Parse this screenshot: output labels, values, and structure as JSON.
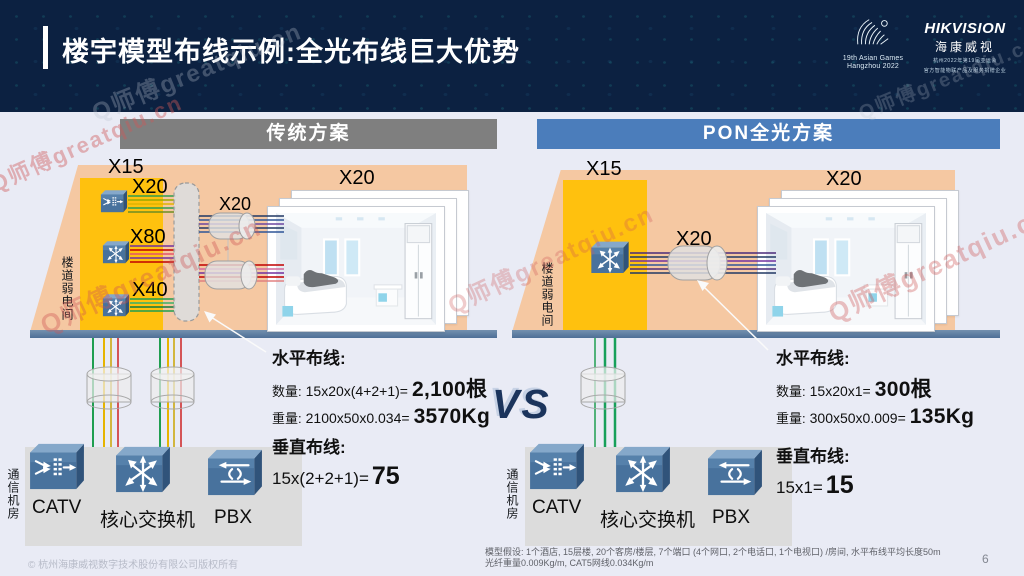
{
  "header": {
    "title": "楼宇模型布线示例:全光布线巨大优势",
    "asian_games": {
      "line1": "19th Asian Games",
      "line2": "Hangzhou 2022"
    },
    "hikvision": {
      "logo": "HIKVISION",
      "cn": "海康威视",
      "tagline1": "杭州2022年第19届亚运会",
      "tagline2": "官方智能物联产品及服务捐赠企业"
    }
  },
  "colors": {
    "header_bg": "#0c2141",
    "traditional_header": "#7f7f7f",
    "pon_header": "#4b7dbb",
    "room_yellow": "#ffc10e",
    "floor_peach": "#f5c8a2",
    "device_blue": "#48729d"
  },
  "panels": [
    {
      "header": "传统方案",
      "corridor_label": "楼道弱电间",
      "machine_room_label": "通信机房",
      "labels": {
        "x15": "X15",
        "x20_top": "X20",
        "x80": "X80",
        "x40": "X40",
        "x20_mid": "X20",
        "x20_room": "X20"
      },
      "stats": {
        "h_title": "水平布线:",
        "qty_label": "数量:",
        "qty_formula": "15x20x(4+2+1)=",
        "qty_value": "2,100根",
        "wt_label": "重量:",
        "wt_formula": "2100x50x0.034=",
        "wt_value": "3570Kg",
        "v_title": "垂直布线:",
        "v_formula": "15x(2+2+1)=",
        "v_value": "75"
      },
      "devices": [
        "CATV",
        "核心交换机",
        "PBX"
      ]
    },
    {
      "header": "PON全光方案",
      "corridor_label": "楼道弱电间",
      "machine_room_label": "通信机房",
      "labels": {
        "x15": "X15",
        "x20_mid": "X20",
        "x20_room": "X20"
      },
      "stats": {
        "h_title": "水平布线:",
        "qty_label": "数量:",
        "qty_formula": "15x20x1=",
        "qty_value": "300根",
        "wt_label": "重量:",
        "wt_formula": "300x50x0.009=",
        "wt_value": "135Kg",
        "v_title": "垂直布线:",
        "v_formula": "15x1=",
        "v_value": "15"
      },
      "devices": [
        "CATV",
        "核心交换机",
        "PBX"
      ]
    }
  ],
  "vs": "VS",
  "footer": {
    "copyright": "© 杭州海康威视数字技术股份有限公司版权所有",
    "note_line1": "模型假设: 1个酒店, 15层楼, 20个客房/楼层, 7个端口 (4个网口, 2个电话口, 1个电视口) /房间, 水平布线平均长度50m",
    "note_line2": "光纤重量0.009Kg/m, CAT5网线0.034Kg/m",
    "page": "6"
  },
  "watermark": "Q师傅greatqiu.cn"
}
